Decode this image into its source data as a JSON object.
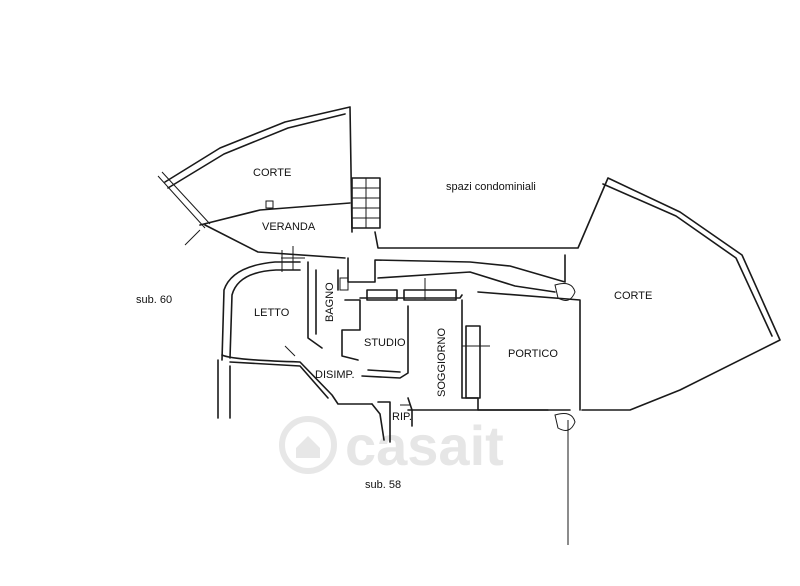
{
  "rooms": {
    "corte_left": "CORTE",
    "veranda": "VERANDA",
    "spazi": "spazi condominiali",
    "corte_right": "CORTE",
    "letto": "LETTO",
    "bagno": "BAGNO",
    "studio": "STUDIO",
    "soggiorno": "SOGGIORNO",
    "portico": "PORTICO",
    "disimp": "DISIMP.",
    "rip": "RIP."
  },
  "subs": {
    "sub60": "sub. 60",
    "sub58": "sub. 58"
  },
  "watermark": {
    "text": "casait"
  }
}
